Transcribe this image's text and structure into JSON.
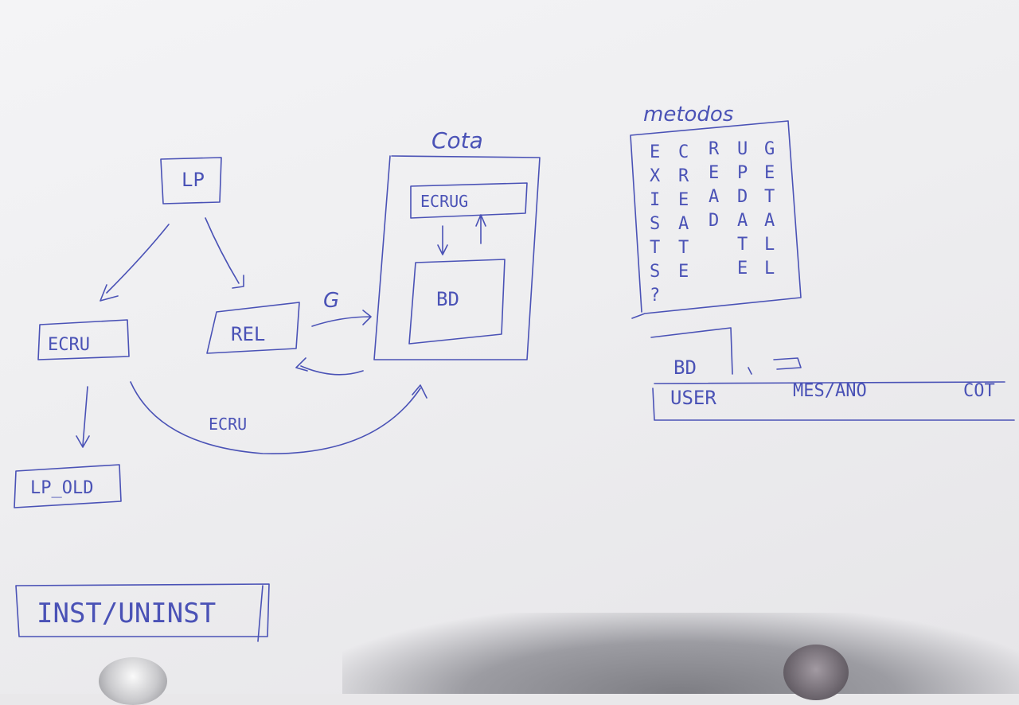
{
  "diagram": {
    "nodes": {
      "lp": "LP",
      "ecru": "ECRU",
      "rel": "REL",
      "lp_old": "LP_OLD",
      "inst": "INST/UNINST",
      "ecrug": "ECRUG",
      "bd_inner": "BD",
      "bd_outer": "BD"
    },
    "labels": {
      "cota": "Cota",
      "g_arrow": "G",
      "ecru_arrow": "ECRU",
      "metodos": "metodos"
    },
    "methods_columns": [
      {
        "letters": [
          "E",
          "X",
          "I",
          "S",
          "T",
          "S",
          "?"
        ]
      },
      {
        "letters": [
          "C",
          "R",
          "E",
          "A",
          "T",
          "E"
        ]
      },
      {
        "letters": [
          "R",
          "E",
          "A",
          "D"
        ]
      },
      {
        "letters": [
          "U",
          "P",
          "D",
          "A",
          "T",
          "E"
        ]
      },
      {
        "letters": [
          "G",
          "E",
          "T",
          "A",
          "L",
          "L"
        ]
      }
    ],
    "bd_table": {
      "columns": [
        "USER",
        "MES/ANO",
        "COT"
      ]
    }
  },
  "colors": {
    "ink": "#4a52b6",
    "paper": "#f2f2f4"
  }
}
